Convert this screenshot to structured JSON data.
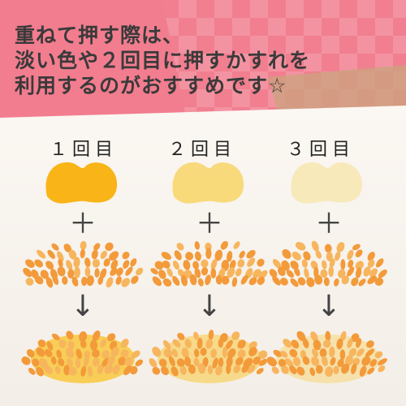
{
  "caption": {
    "line1": "重ねて押す際は、",
    "line2": "淡い色や２回目に押すかすれを",
    "line3": "利用するのがおすすめです☆"
  },
  "columns": [
    {
      "label": "１回目",
      "base_color": "#f9b418",
      "base_opacity": 1.0
    },
    {
      "label": "２回目",
      "base_color": "#f8cf4a",
      "base_opacity": 0.7
    },
    {
      "label": "３回目",
      "base_color": "#f7dc7a",
      "base_opacity": 0.45
    }
  ],
  "symbols": {
    "plus": "＋",
    "arrow": "↓"
  },
  "colors": {
    "background_pink": "#f27d8f",
    "paper": "#f7f2ec",
    "stamp_orange": "#f39a3a",
    "stamp_orange_light": "#f7b55e",
    "flower_fill_yellow": "#f8c83c"
  }
}
